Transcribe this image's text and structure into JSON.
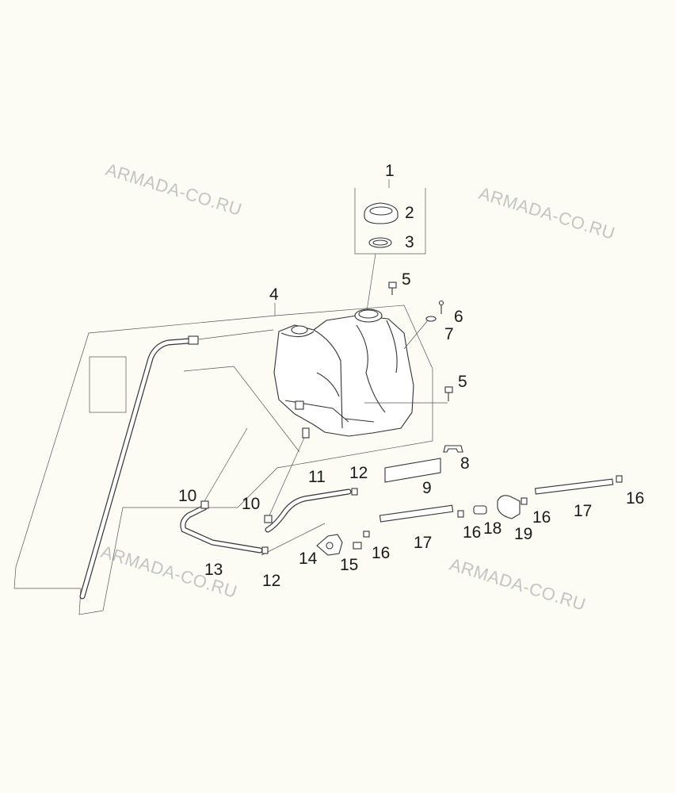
{
  "watermark": "ARMADA-CO.RU",
  "colors": {
    "background": "#fcfcf5",
    "line": "#333333",
    "watermark": "#c4c4c4"
  },
  "callouts": [
    "1",
    "2",
    "3",
    "4",
    "5",
    "5",
    "6",
    "7",
    "8",
    "9",
    "10",
    "10",
    "11",
    "12",
    "12",
    "13",
    "14",
    "15",
    "16",
    "16",
    "16",
    "16",
    "17",
    "17",
    "18",
    "19"
  ]
}
